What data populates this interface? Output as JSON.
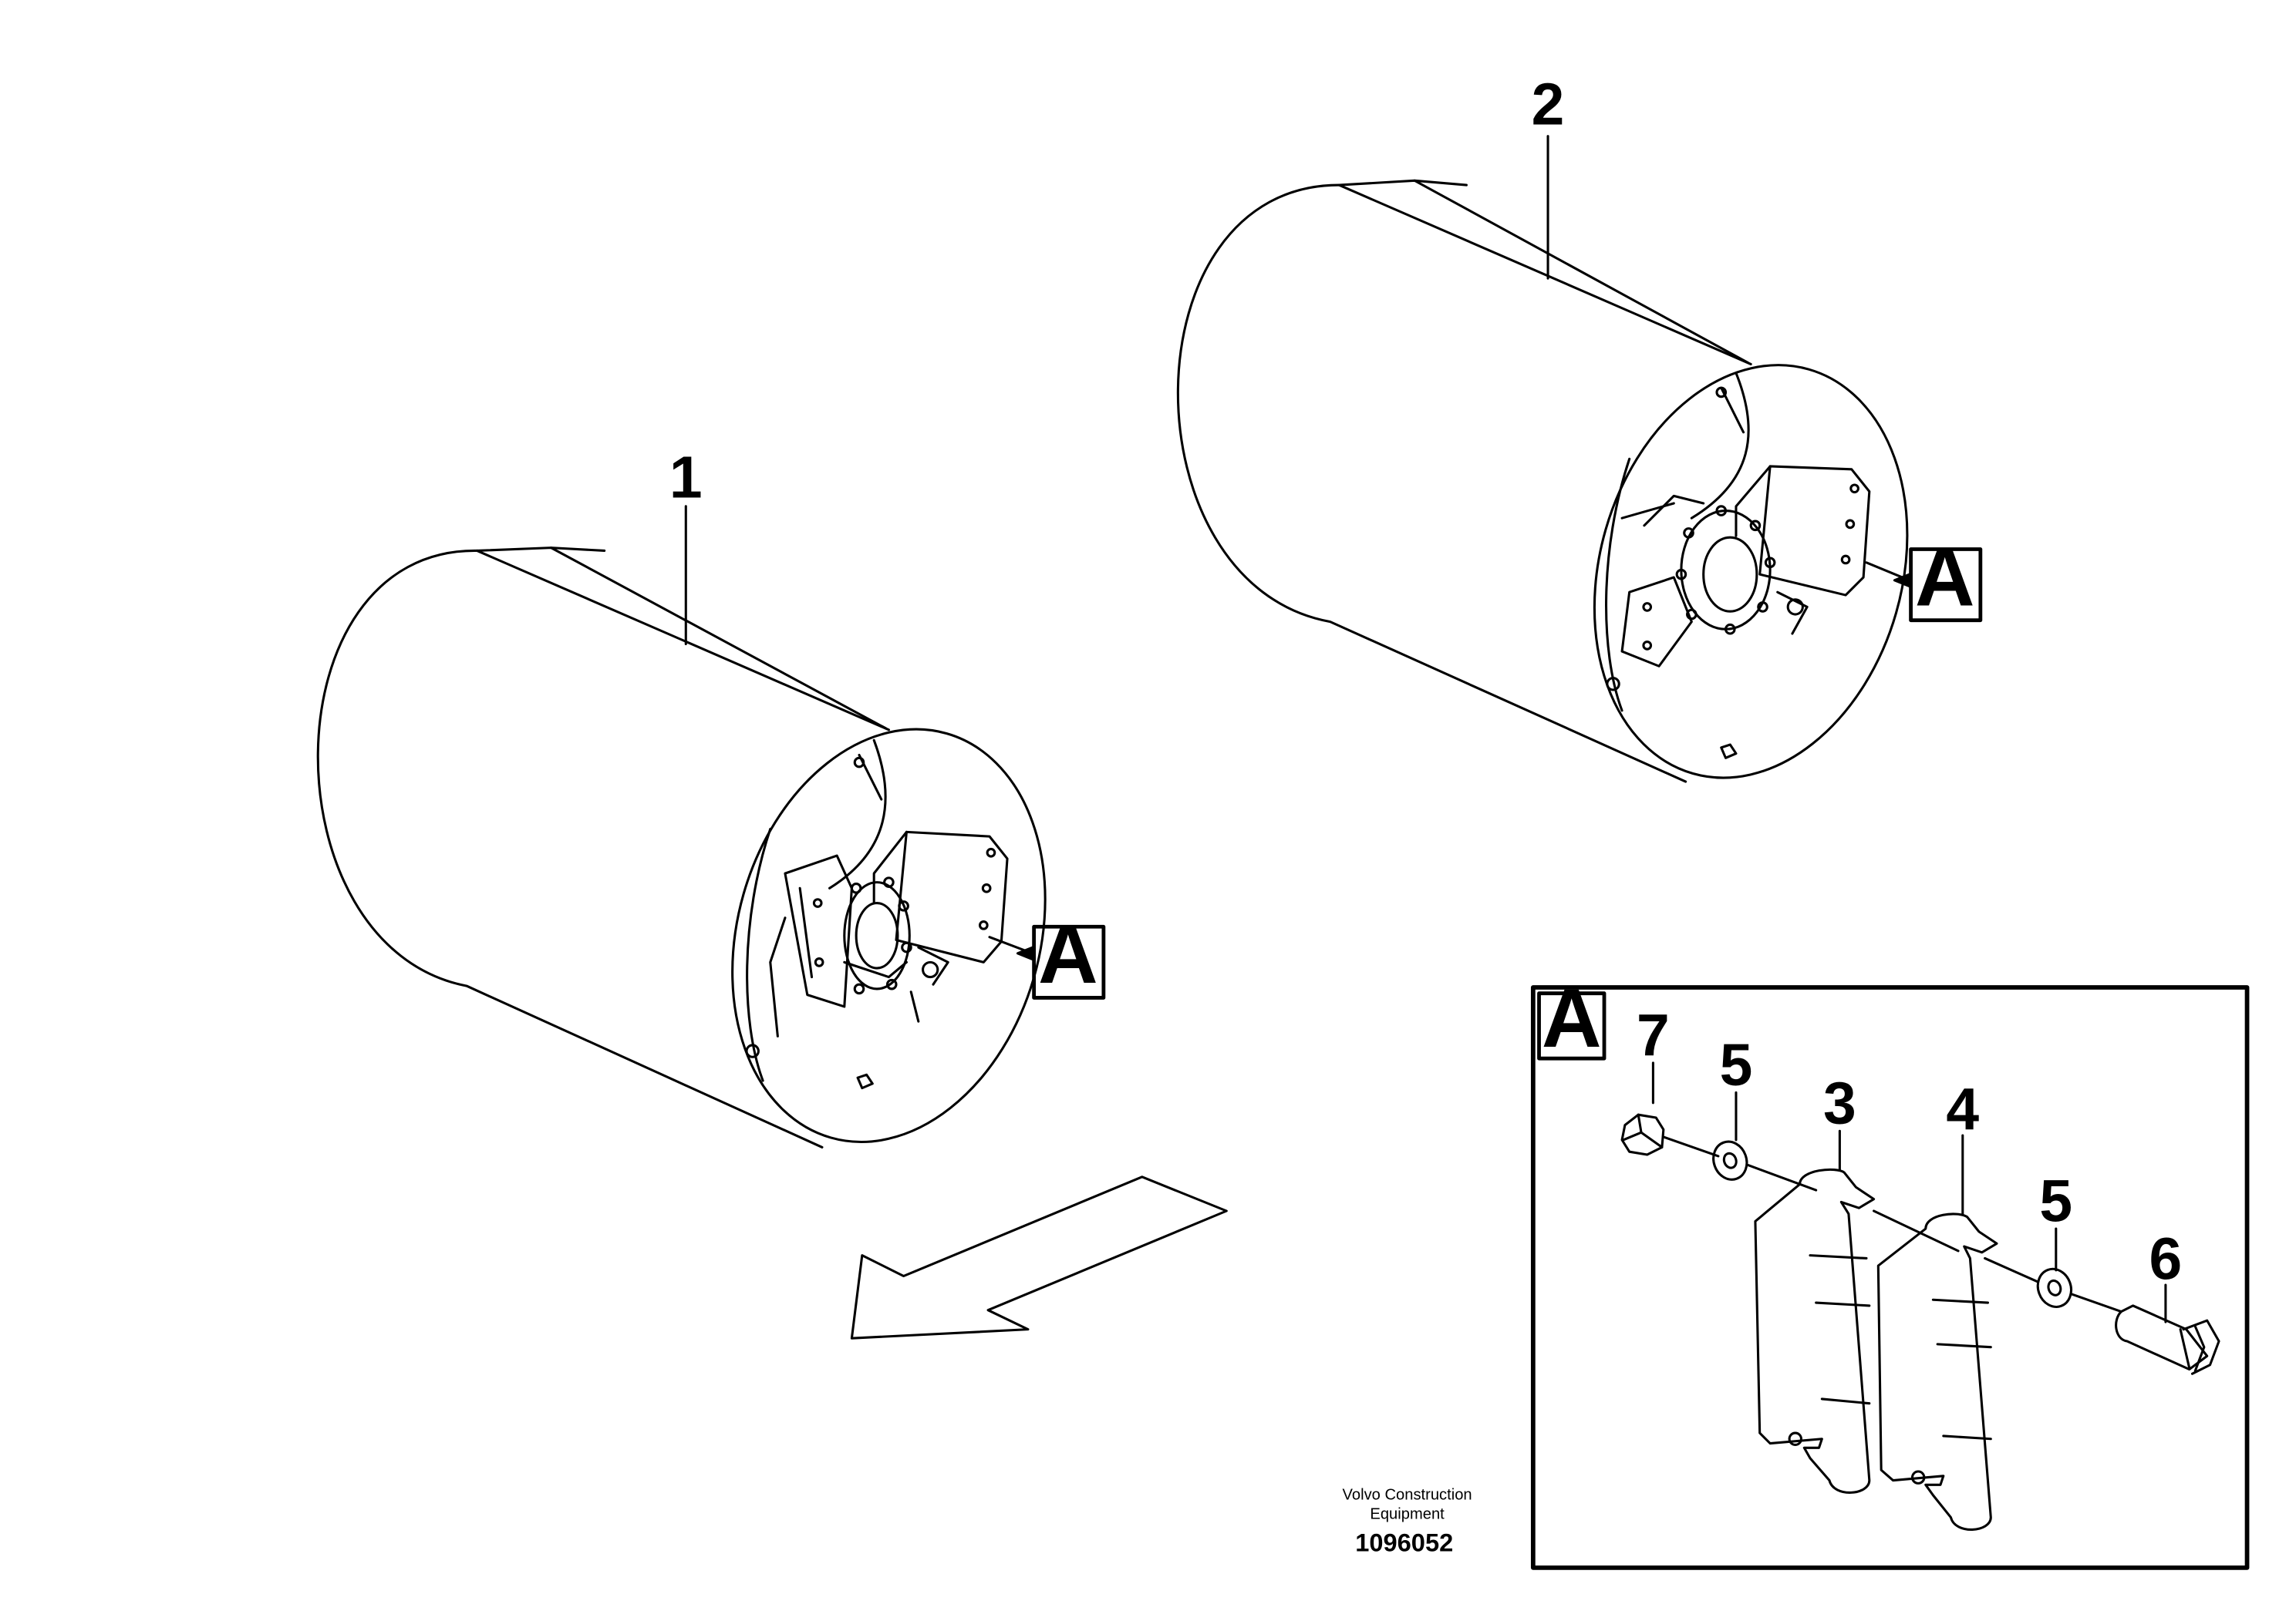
{
  "callouts": {
    "drum_1": "1",
    "drum_2": "2",
    "detail_label_1": "A",
    "detail_label_2": "A",
    "detail_title": "A"
  },
  "detail_parts": {
    "p7": "7",
    "p5a": "5",
    "p3": "3",
    "p4": "4",
    "p5b": "5",
    "p6": "6"
  },
  "footer": {
    "company_line1": "Volvo Construction",
    "company_line2": "Equipment",
    "doc_number": "1096052"
  }
}
